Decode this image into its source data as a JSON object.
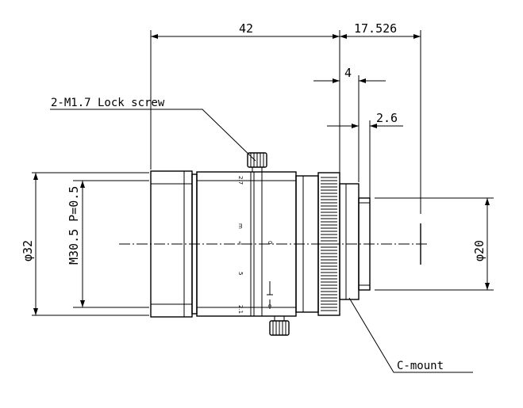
{
  "dimensions": {
    "overall_length": "42",
    "flange_back": "17.526",
    "mount_length": "4",
    "mount_step": "2.6",
    "front_diameter": "φ32",
    "thread": "M30.5 P=0.5",
    "mount_diameter": "φ20"
  },
  "callouts": {
    "lock_screw": "2-M1.7 Lock screw",
    "mount": "C-mount"
  },
  "barrel_marks": {
    "aperture_top": "2.7",
    "distance_unit": "m",
    "infinity": "∞",
    "five": "5",
    "aperture_bottom": "2.1",
    "zero": "0",
    "close": "c"
  }
}
